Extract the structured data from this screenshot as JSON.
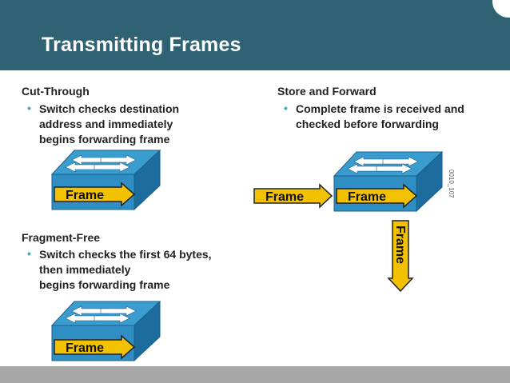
{
  "title": "Transmitting Frames",
  "sections": {
    "cut_through": {
      "heading": "Cut-Through",
      "bullet_lines": [
        "Switch checks destination",
        "address and immediately",
        "begins forwarding frame"
      ],
      "frame_label": "Frame"
    },
    "store_forward": {
      "heading": "Store and Forward",
      "bullet_lines": [
        "Complete frame is received and",
        "checked before forwarding"
      ],
      "frame_in_label": "Frame",
      "frame_label": "Frame",
      "frame_down_label": "Frame",
      "figure_code": "0010_107"
    },
    "fragment_free": {
      "heading": "Fragment-Free",
      "bullet_lines": [
        "Switch checks the first 64 bytes,",
        "then immediately",
        "begins forwarding frame"
      ],
      "frame_label": "Frame"
    }
  },
  "colors": {
    "header": "#2f6272",
    "switch_top": "#3a9ccf",
    "switch_front": "#2f8fc4",
    "switch_side": "#1c6c9e",
    "frame_fill": "#f2c100",
    "footer": "#a7a7a7"
  }
}
